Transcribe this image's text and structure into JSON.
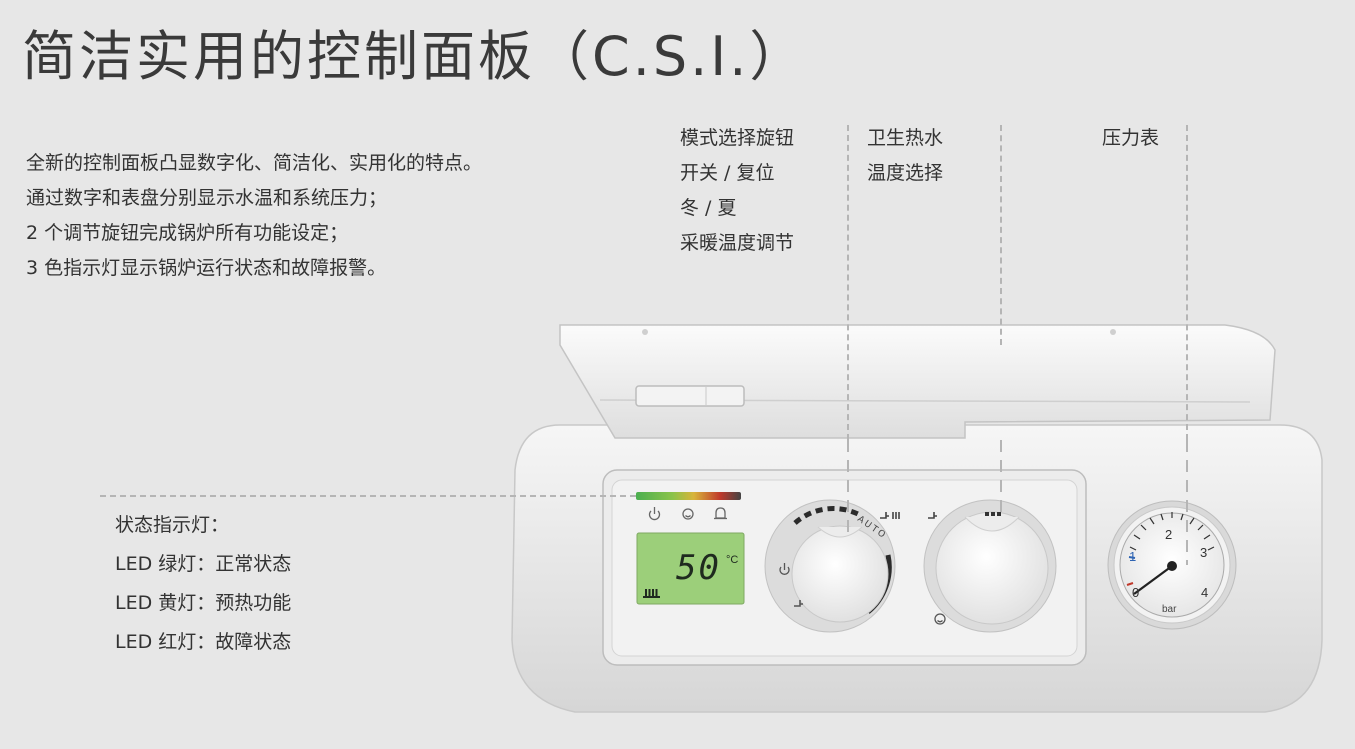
{
  "title": "简洁实用的控制面板（C.S.I.）",
  "intro": [
    "全新的控制面板凸显数字化、简洁化、实用化的特点。",
    "通过数字和表盘分别显示水温和系统压力；",
    "2 个调节旋钮完成锅炉所有功能设定；",
    "3 色指示灯显示锅炉运行状态和故障报警。"
  ],
  "labels": {
    "knob_mode": [
      "模式选择旋钮",
      "开关 / 复位",
      "冬 / 夏",
      "采暖温度调节"
    ],
    "dhw": [
      "卫生热水",
      "温度选择"
    ],
    "gauge": [
      "压力表"
    ]
  },
  "status_leds": {
    "title": "状态指示灯：",
    "items": [
      "LED 绿灯：正常状态",
      "LED 黄灯：预热功能",
      "LED 红灯：故障状态"
    ]
  },
  "display": {
    "temp": "50",
    "unit": "°C"
  },
  "knob_text": "AUTO",
  "gauge": {
    "ticks": [
      "0",
      "1",
      "2",
      "3",
      "4"
    ],
    "unit": "bar"
  },
  "colors": {
    "led_green": "#4caf50",
    "led_yellow": "#d8b43a",
    "led_red": "#c0392b",
    "lcd": "#9ccf7a"
  }
}
